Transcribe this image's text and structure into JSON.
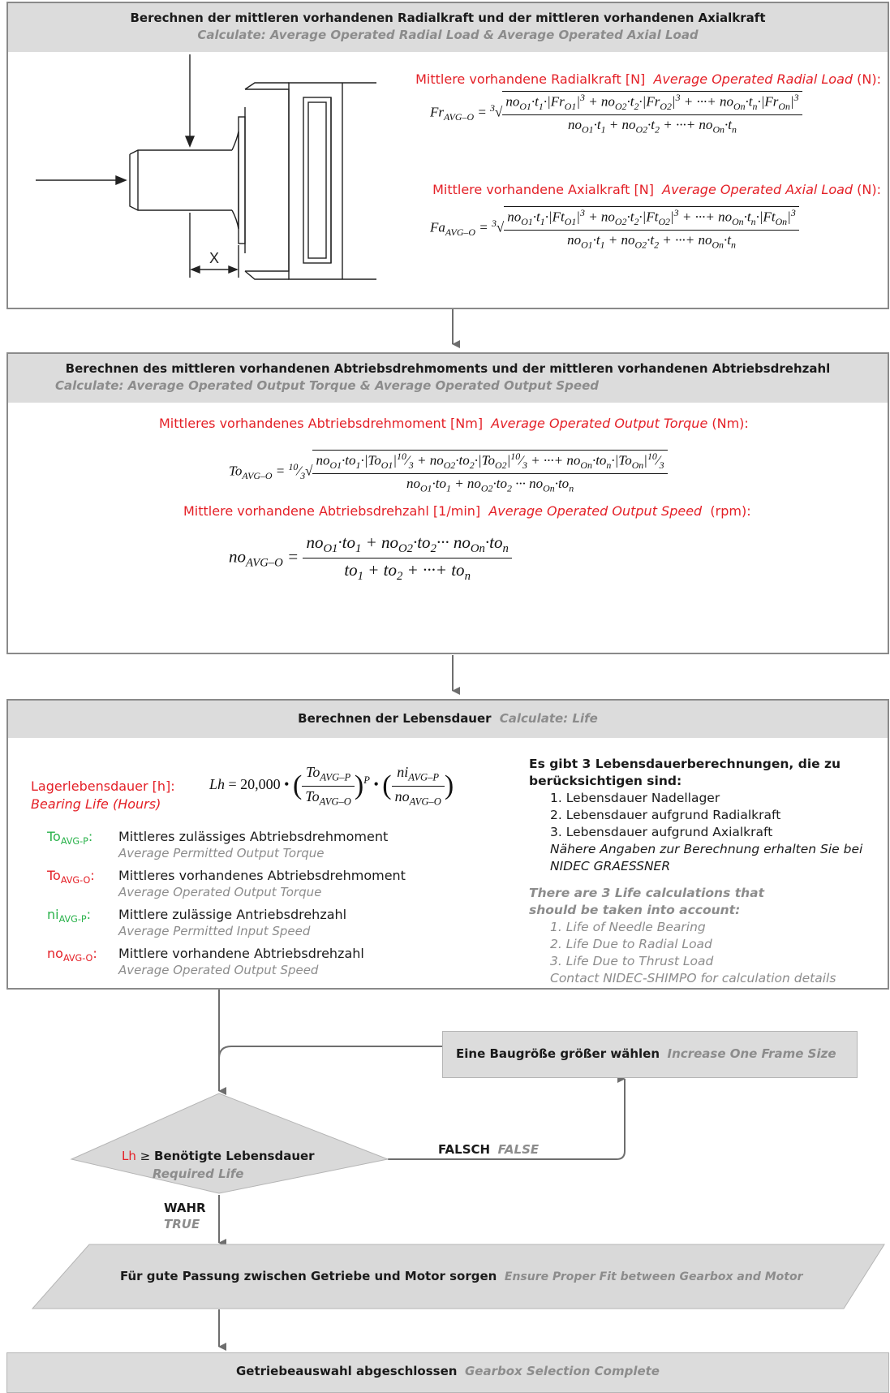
{
  "section1": {
    "title_de": "Berechnen der mittleren vorhandenen Radialkraft und der mittleren vorhandenen Axialkraft",
    "title_en": "Calculate: Average Operated Radial Load & Average Operated Axial Load",
    "radial_label_de": "Mittlere vorhandene Radialkraft [N]",
    "radial_label_en": "Average Operated Radial Load",
    "radial_unit": "(N):",
    "axial_label_de": "Mittlere vorhandene Axialkraft [N]",
    "axial_label_en": "Average Operated Axial Load",
    "axial_unit": "(N):",
    "dimension_label": "X"
  },
  "section2": {
    "title_de": "Berechnen des mittleren vorhandenen Abtriebsdrehmoments und der mittleren vorhandenen Abtriebsdrehzahl",
    "title_en": "Calculate: Average Operated Output Torque & Average Operated Output Speed",
    "torque_label_de": "Mittleres vorhandenes Abtriebsdrehmoment [Nm]",
    "torque_label_en": "Average Operated Output Torque",
    "torque_unit": "(Nm):",
    "speed_label_de": "Mittlere vorhandene Abtriebsdrehzahl [1/min]",
    "speed_label_en": "Average Operated Output Speed",
    "speed_unit": "(rpm):"
  },
  "section3": {
    "title_de": "Berechnen der Lebensdauer",
    "title_en": "Calculate: Life",
    "life_label_de": "Lagerlebensdauer [h]:",
    "life_label_en": "Bearing Life (Hours)",
    "definitions": [
      {
        "sym": "To",
        "sub": "AVG-P",
        "colon": ":",
        "color": "#2ab24b",
        "de": "Mittleres zulässiges Abtriebsdrehmoment",
        "en": "Average Permitted Output Torque"
      },
      {
        "sym": "To",
        "sub": "AVG-O",
        "colon": ":",
        "color": "#e41f26",
        "de": "Mittleres vorhandenes Abtriebsdrehmoment",
        "en": "Average Operated Output Torque"
      },
      {
        "sym": "ni",
        "sub": "AVG-P",
        "colon": ":",
        "color": "#2ab24b",
        "de": "Mittlere zulässige Antriebsdrehzahl",
        "en": "Average Permitted Input Speed"
      },
      {
        "sym": "no",
        "sub": "AVG-O",
        "colon": ":",
        "color": "#e41f26",
        "de": "Mittlere vorhandene Abtriebsdrehzahl",
        "en": "Average Operated Output Speed"
      }
    ],
    "note_de_heading": "Es gibt 3 Lebensdauerberechnungen, die zu berücksichtigen sind:",
    "note_de_items": [
      "1. Lebensdauer Nadellager",
      "2. Lebensdauer aufgrund Radialkraft",
      "3. Lebensdauer aufgrund Axialkraft"
    ],
    "note_de_contact": "Nähere Angaben zur Berechnung erhalten Sie bei NIDEC GRAESSNER",
    "note_en_heading": "There are 3 Life calculations that should be taken into account:",
    "note_en_items": [
      "1. Life of Needle Bearing",
      "2. Life Due to Radial Load",
      "3. Life Due to Thrust Load"
    ],
    "note_en_contact": "Contact NIDEC-SHIMPO for calculation details"
  },
  "flow": {
    "increase_de": "Eine Baugröße größer wählen",
    "increase_en": "Increase One Frame Size",
    "decision_sym": "Lh",
    "decision_op": "≥",
    "decision_de": "Benötigte Lebensdauer",
    "decision_en": "Required Life",
    "false_de": "FALSCH",
    "false_en": "FALSE",
    "true_de": "WAHR",
    "true_en": "TRUE",
    "fit_de": "Für gute Passung zwischen Getriebe und Motor sorgen",
    "fit_en": "Ensure Proper Fit between Gearbox and Motor",
    "complete_de": "Getriebeauswahl abgeschlossen",
    "complete_en": "Gearbox Selection Complete"
  },
  "colors": {
    "accent_red": "#e41f26",
    "accent_green": "#2ab24b",
    "header_grey": "#dcdcdc",
    "border_grey": "#8a8a8a",
    "subtitle_grey": "#8c8c8c"
  }
}
